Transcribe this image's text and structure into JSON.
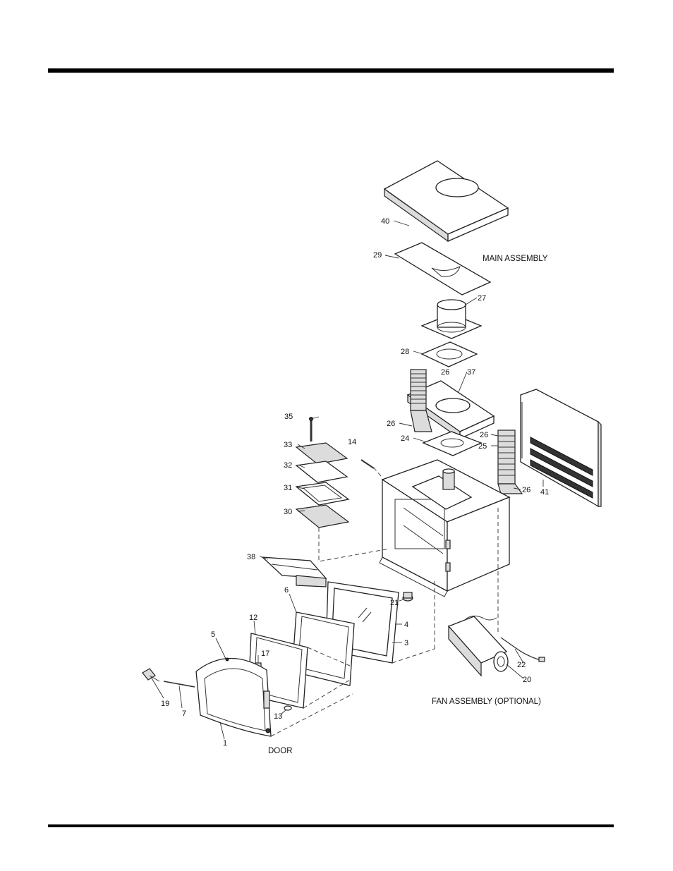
{
  "labels": {
    "main_assembly": "MAIN ASSEMBLY",
    "fan_assembly": "FAN ASSEMBLY (OPTIONAL)",
    "door": "DOOR"
  },
  "callouts": {
    "c40": "40",
    "c29": "29",
    "c27": "27",
    "c28": "28",
    "c26a": "26",
    "c37": "37",
    "c35": "35",
    "c33": "33",
    "c32": "32",
    "c31": "31",
    "c30": "30",
    "c14": "14",
    "c26b": "26",
    "c24": "24",
    "c26c": "26",
    "c25": "25",
    "c26d": "26",
    "c41": "41",
    "c38": "38",
    "c6": "6",
    "c21": "21",
    "c4": "4",
    "c3": "3",
    "c12": "12",
    "c5": "5",
    "c17": "17",
    "c19": "19",
    "c7": "7",
    "c13": "13",
    "c1": "1",
    "c22": "22",
    "c20": "20"
  }
}
